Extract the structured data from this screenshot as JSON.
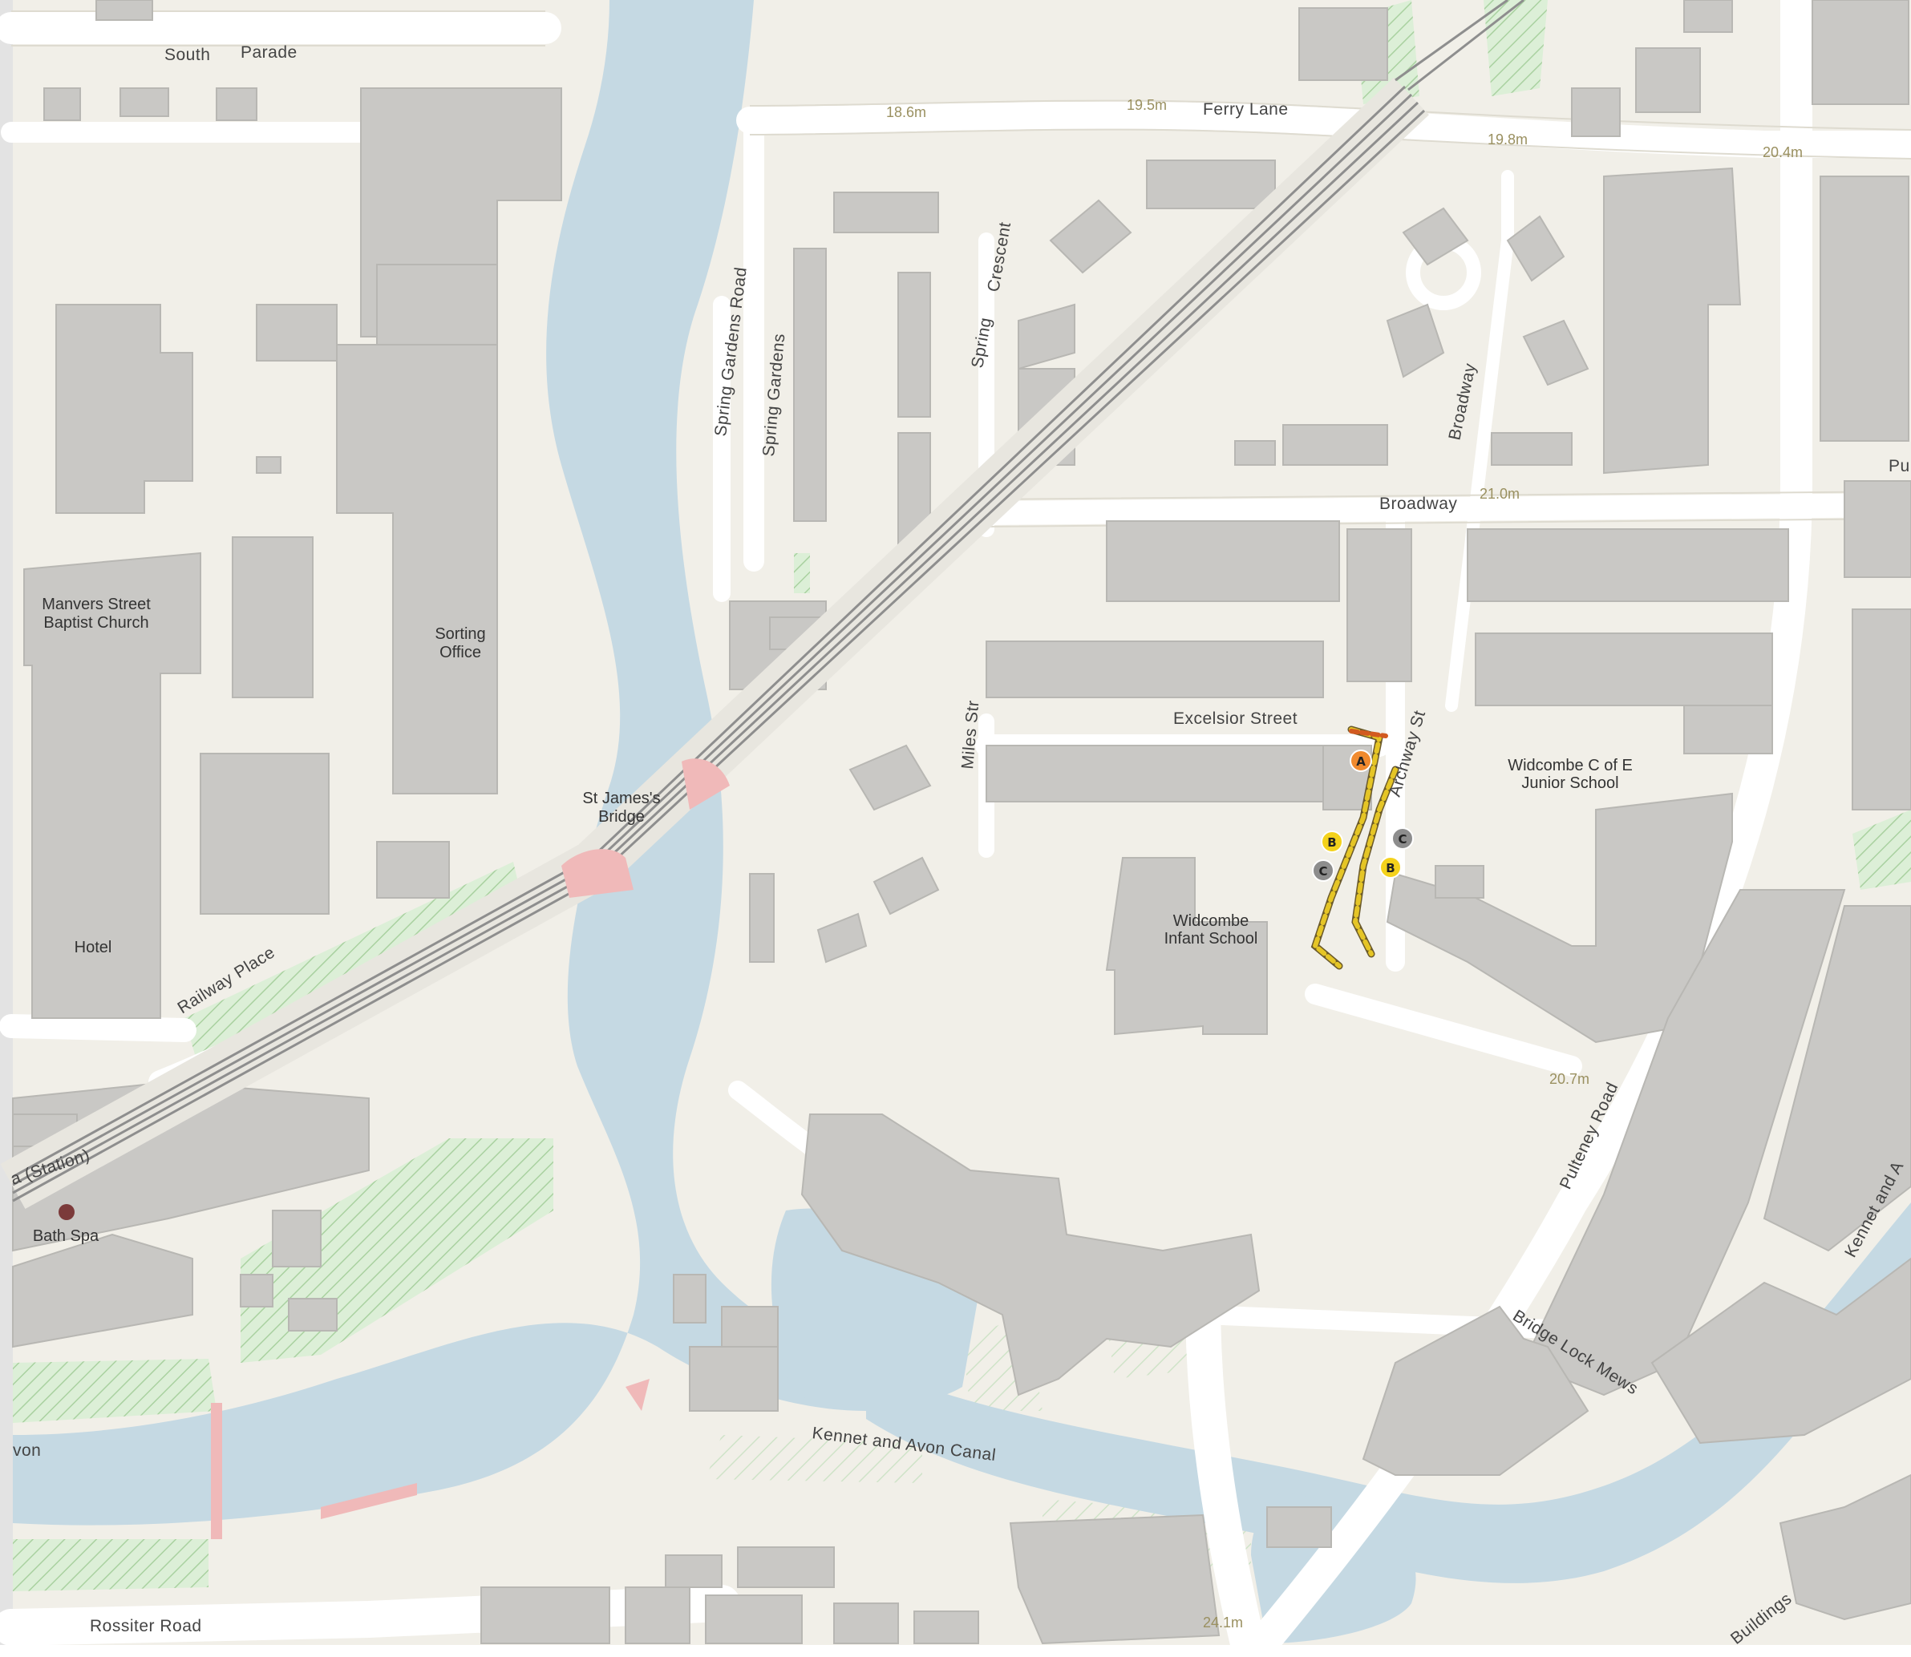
{
  "colors": {
    "land": "#f1efe8",
    "road": "#ffffff",
    "road_edge": "#dedbd0",
    "building": "#c9c8c5",
    "building_edge": "#b8b7b3",
    "water": "#c5d9e3",
    "park": "#d9ecd5",
    "park_hatch": "#a9d1a0",
    "railway": "#8e8e8e",
    "bridge": "#f0b9b9",
    "station_dot": "#7b3a3a",
    "route": "#d8bd2a",
    "marker_a": "#f08a2e",
    "marker_b": "#f4d21c",
    "marker_c": "#8d8d8d"
  },
  "roads": {
    "south_parade_1": "South",
    "south_parade_2": "Parade",
    "ferry_lane": "Ferry Lane",
    "spring_gardens_road": "Spring Gardens Road",
    "spring_gardens": "Spring Gardens",
    "spring_crescent": "Spring",
    "spring_crescent_2": "Crescent",
    "broadway_v": "Broadway",
    "broadway_h": "Broadway",
    "excelsior_street": "Excelsior Street",
    "archway_st": "Archway St",
    "miles_str": "Miles Str",
    "railway_place": "Railway Place",
    "pulteney_road": "Pulteney Road",
    "kennet_avon_canal": "Kennet and Avon Canal",
    "kennet_avon_right": "Kennet and A",
    "bridge_lock_mews": "Bridge Lock Mews",
    "rossiter_road": "Rossiter Road",
    "buildings_frag": "Buildings",
    "pu_frag": "Pu",
    "avon_frag": "von",
    "station_frag": "a (Station)"
  },
  "pois": {
    "manvers_1": "Manvers Street",
    "manvers_2": "Baptist Church",
    "sorting_1": "Sorting",
    "sorting_2": "Office",
    "st_james_1": "St James's",
    "st_james_2": "Bridge",
    "hotel": "Hotel",
    "bath_spa": "Bath Spa",
    "widcombe_infant_1": "Widcombe",
    "widcombe_infant_2": "Infant School",
    "widcombe_junior_1": "Widcombe C of E",
    "widcombe_junior_2": "Junior School"
  },
  "elevations": {
    "e1": "18.6m",
    "e2": "19.5m",
    "e3": "19.8m",
    "e4": "20.4m",
    "e5": "21.0m",
    "e6": "20.7m",
    "e7": "24.1m"
  },
  "markers": {
    "a": "A",
    "b1": "B",
    "b2": "B",
    "c1": "C",
    "c2": "C"
  }
}
